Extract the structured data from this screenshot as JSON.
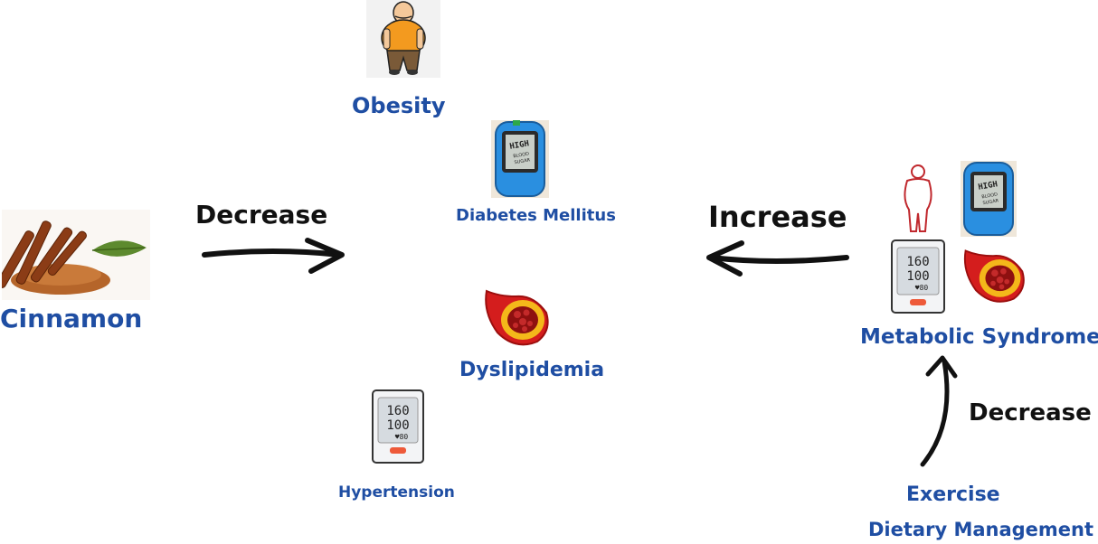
{
  "labels": {
    "cinnamon": "Cinnamon",
    "obesity": "Obesity",
    "diabetes": "Diabetes Mellitus",
    "dyslipidemia": "Dyslipidemia",
    "hypertension": "Hypertension",
    "metabolic_syndrome": "Metabolic Syndrome",
    "exercise": "Exercise",
    "dietary": "Dietary Management"
  },
  "arrows": {
    "cinnamon_effect": "Decrease",
    "syndrome_effect": "Increase",
    "lifestyle_effect": "Decrease"
  },
  "device_readings": {
    "glucose_meter": "HIGH BLOOD SUGAR",
    "bp_systolic": "160",
    "bp_diastolic": "100",
    "bp_pulse": "♥80"
  },
  "colors": {
    "label_blue": "#1f4ea3",
    "arrow_black": "#111111"
  }
}
